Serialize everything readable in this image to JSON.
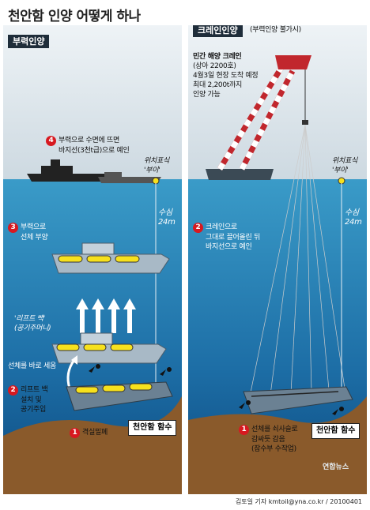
{
  "title": "천안함 인양 어떻게 하나",
  "left": {
    "tag": "부력인양",
    "buoy": [
      "위치표식",
      "'부이'"
    ],
    "depth": [
      "수심",
      "24m"
    ],
    "step4": {
      "num": "4",
      "lines": [
        "부력으로 수면에 뜨면",
        "바지선(3천t급)으로 예인"
      ]
    },
    "step3": {
      "num": "3",
      "lines": [
        "부력으로",
        "선체 부양"
      ]
    },
    "liftbag": [
      "'리프트 백'",
      "(공기주머니)"
    ],
    "upright": "선체를 바로 세움",
    "step2": {
      "num": "2",
      "lines": [
        "리프트 백",
        "설치 및",
        "공기주입"
      ]
    },
    "step1": {
      "num": "1",
      "lines": [
        "격실밀폐"
      ]
    },
    "bow_label": "천안함 함수"
  },
  "right": {
    "tag": "크레인인양",
    "tag_note": "(부력인양 불가시)",
    "crane_info": {
      "title": "민간 해양 크레인",
      "lines": [
        "(상아 2200호)",
        "4월3일 현장 도착 예정",
        "최대 2,200t까지",
        "인양 가능"
      ]
    },
    "buoy": [
      "위치표식",
      "'부이'"
    ],
    "depth": [
      "수심",
      "24m"
    ],
    "step2": {
      "num": "2",
      "lines": [
        "크레인으로",
        "그대로 끌어올린 뒤",
        "바지선으로 예인"
      ]
    },
    "step1": {
      "num": "1",
      "lines": [
        "선체를 쇠사슬로",
        "감싸듯 감음"
      ],
      "note": "(잠수부 수작업)"
    },
    "bow_label": "천안함 함수",
    "logo": "연합뉴스"
  },
  "footer": "김토일 기자 kmtoil@yna.co.kr / 20100401",
  "colors": {
    "sea_top": "#2f8fbe",
    "sea_bottom": "#0d4f86",
    "seabed": "#8a5a2b",
    "sky": "#dfe8ee",
    "alert_red": "#d71920",
    "liftbag_yellow": "#f7e11d",
    "ship_gray": "#8da3b4"
  }
}
